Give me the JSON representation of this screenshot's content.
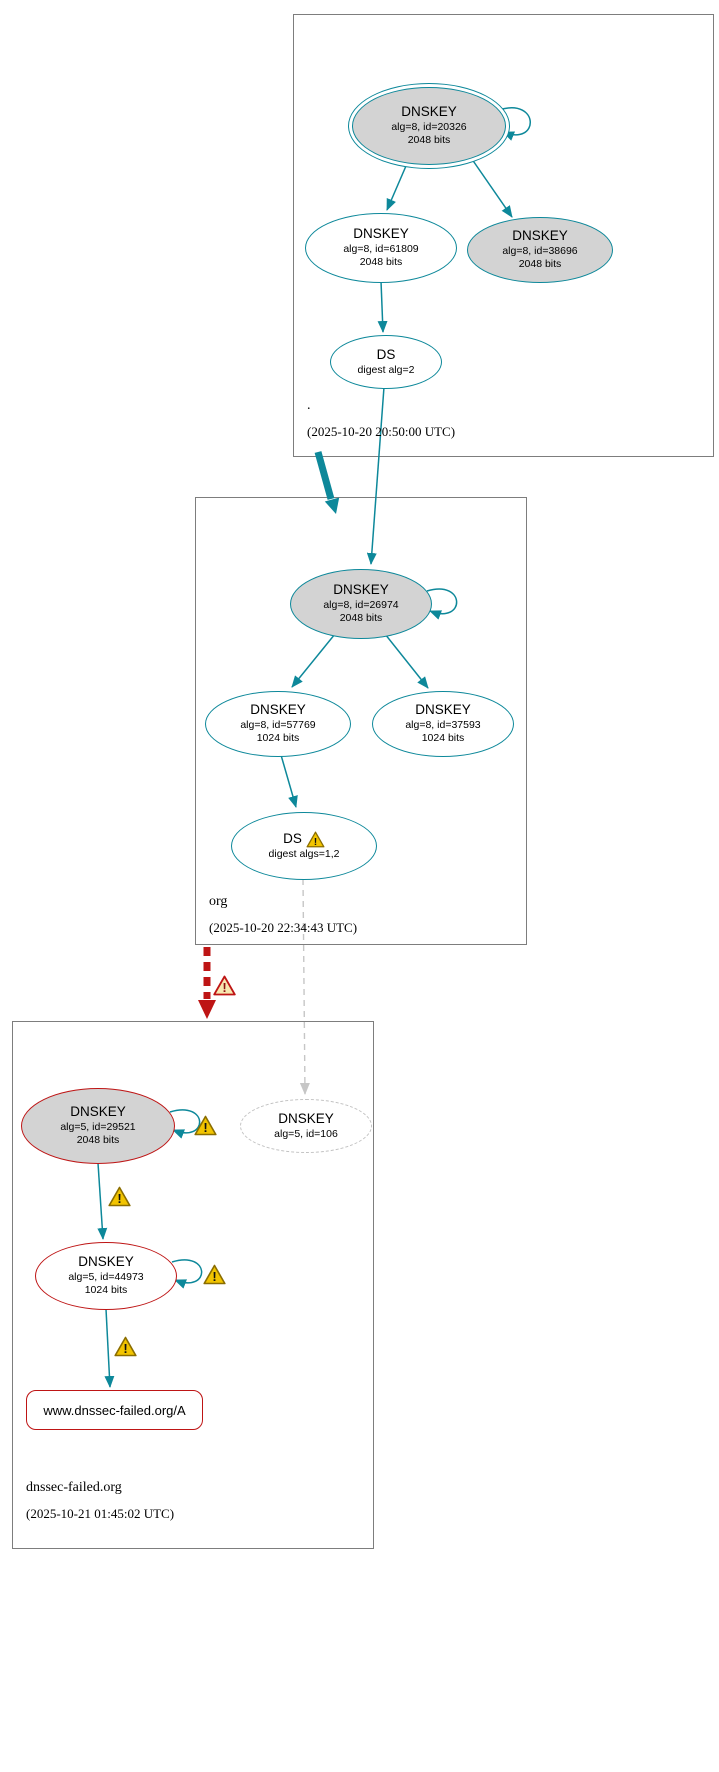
{
  "zones": {
    "root": {
      "name": ".",
      "timestamp": "(2025-10-20 20:50:00 UTC)",
      "nodes": {
        "ksk": {
          "type": "DNSKEY",
          "detail": "alg=8, id=20326",
          "bits": "2048 bits"
        },
        "zsk": {
          "type": "DNSKEY",
          "detail": "alg=8, id=61809",
          "bits": "2048 bits"
        },
        "ksk2": {
          "type": "DNSKEY",
          "detail": "alg=8, id=38696",
          "bits": "2048 bits"
        },
        "ds": {
          "type": "DS",
          "detail": "digest alg=2"
        }
      }
    },
    "org": {
      "name": "org",
      "timestamp": "(2025-10-20 22:34:43 UTC)",
      "nodes": {
        "ksk": {
          "type": "DNSKEY",
          "detail": "alg=8, id=26974",
          "bits": "2048 bits"
        },
        "zsk1": {
          "type": "DNSKEY",
          "detail": "alg=8, id=57769",
          "bits": "1024 bits"
        },
        "zsk2": {
          "type": "DNSKEY",
          "detail": "alg=8, id=37593",
          "bits": "1024 bits"
        },
        "ds": {
          "type": "DS",
          "detail": "digest algs=1,2"
        }
      }
    },
    "dnssec_failed": {
      "name": "dnssec-failed.org",
      "timestamp": "(2025-10-21 01:45:02 UTC)",
      "nodes": {
        "ksk": {
          "type": "DNSKEY",
          "detail": "alg=5, id=29521",
          "bits": "2048 bits"
        },
        "missing": {
          "type": "DNSKEY",
          "detail": "alg=5, id=106"
        },
        "zsk": {
          "type": "DNSKEY",
          "detail": "alg=5, id=44973",
          "bits": "1024 bits"
        },
        "rrset": {
          "label": "www.dnssec-failed.org/A"
        }
      }
    }
  },
  "icons": {
    "warning": "exclamation-triangle",
    "error": "exclamation-triangle-red"
  },
  "colors": {
    "secure": "#0d889a",
    "bogus": "#be1515",
    "node_fill": "#d3d3d3",
    "dashed_gray": "#c6c6c6",
    "warning_fill": "#f2c400",
    "zone_border": "#7d7d7d"
  }
}
